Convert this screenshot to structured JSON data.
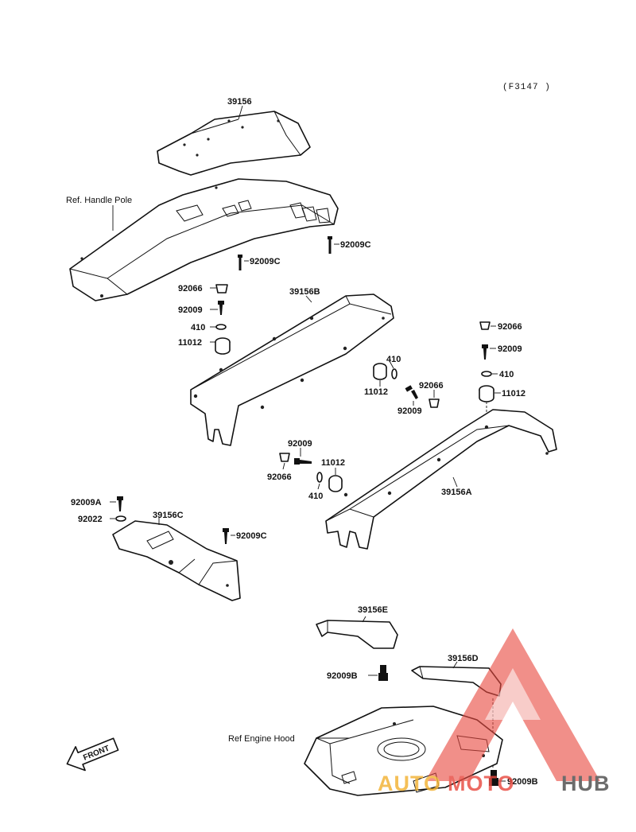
{
  "figure_code": "(F3147 )",
  "front_label": "FRONT",
  "watermark": {
    "part1": "AUTO",
    "part2": "MOTO",
    "part3": "HUB",
    "color_red": "#e84a40",
    "color_yellow": "#f2b233",
    "color_gray": "#4d4d4d"
  },
  "labels": {
    "p39156": "39156",
    "ref_handle_pole": "Ref. Handle Pole",
    "p92009C_a": "92009C",
    "p92009C_b": "92009C",
    "p92066_a": "92066",
    "p92009_a": "92009",
    "p410_a": "410",
    "p11012_a": "11012",
    "p39156B": "39156B",
    "p92066_r": "92066",
    "p92009_r": "92009",
    "p410_r": "410",
    "p11012_r": "11012",
    "p410_m": "410",
    "p11012_m": "11012",
    "p92066_m": "92066",
    "p92009_m": "92009",
    "p92009_c": "92009",
    "p92066_c": "92066",
    "p11012_c": "11012",
    "p410_c": "410",
    "p39156A": "39156A",
    "p92009A": "92009A",
    "p92022": "92022",
    "p39156C": "39156C",
    "p92009C_c": "92009C",
    "p39156E": "39156E",
    "p39156D": "39156D",
    "p92009B_a": "92009B",
    "ref_engine_hood": "Ref Engine Hood",
    "p92009B_b": "92009B"
  }
}
